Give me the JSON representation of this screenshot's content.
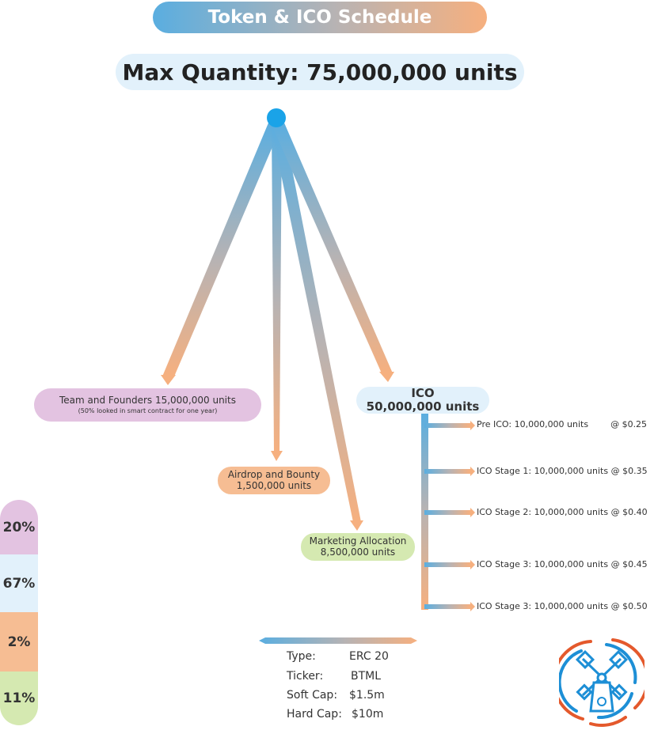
{
  "header": {
    "title": "Token & ICO Schedule"
  },
  "max_quantity": "Max Quantity: 75,000,000 units",
  "nodes": {
    "team": {
      "line1": "Team and Founders 15,000,000 units",
      "line2": "(50% looked in smart contract for one year)"
    },
    "ico": {
      "line1": "ICO",
      "line2": "50,000,000 units"
    },
    "airdrop": {
      "line1": "Airdrop and Bounty",
      "line2": "1,500,000 units"
    },
    "marketing": {
      "line1": "Marketing Allocation",
      "line2": "8,500,000 units"
    }
  },
  "ico_stages": [
    {
      "label": "Pre ICO: 10,000,000 units        @ $0.25"
    },
    {
      "label": "ICO Stage 1: 10,000,000 units @ $0.35"
    },
    {
      "label": "ICO Stage 2: 10,000,000 units @ $0.40"
    },
    {
      "label": "ICO Stage 3: 10,000,000 units @ $0.45"
    },
    {
      "label": "ICO Stage 3: 10,000,000 units @ $0.50"
    }
  ],
  "percentages": [
    {
      "label": "20%",
      "color": "#e3c3e1"
    },
    {
      "label": "67%",
      "color": "#e2f1fb"
    },
    {
      "label": "2%",
      "color": "#f6bd93"
    },
    {
      "label": "11%",
      "color": "#d5e9b1"
    }
  ],
  "token_info": [
    {
      "key": "Type:",
      "value": "ERC 20"
    },
    {
      "key": "Ticker:",
      "value": "BTML"
    },
    {
      "key": "Soft Cap:",
      "value": "$1.5m"
    },
    {
      "key": "Hard Cap:",
      "value": "$10m"
    }
  ],
  "colors": {
    "blue": "#5aaee0",
    "orange": "#f6b07f",
    "root_dot": "#1aa3e8"
  },
  "logo": {
    "icon": "windmill-logo-icon"
  }
}
